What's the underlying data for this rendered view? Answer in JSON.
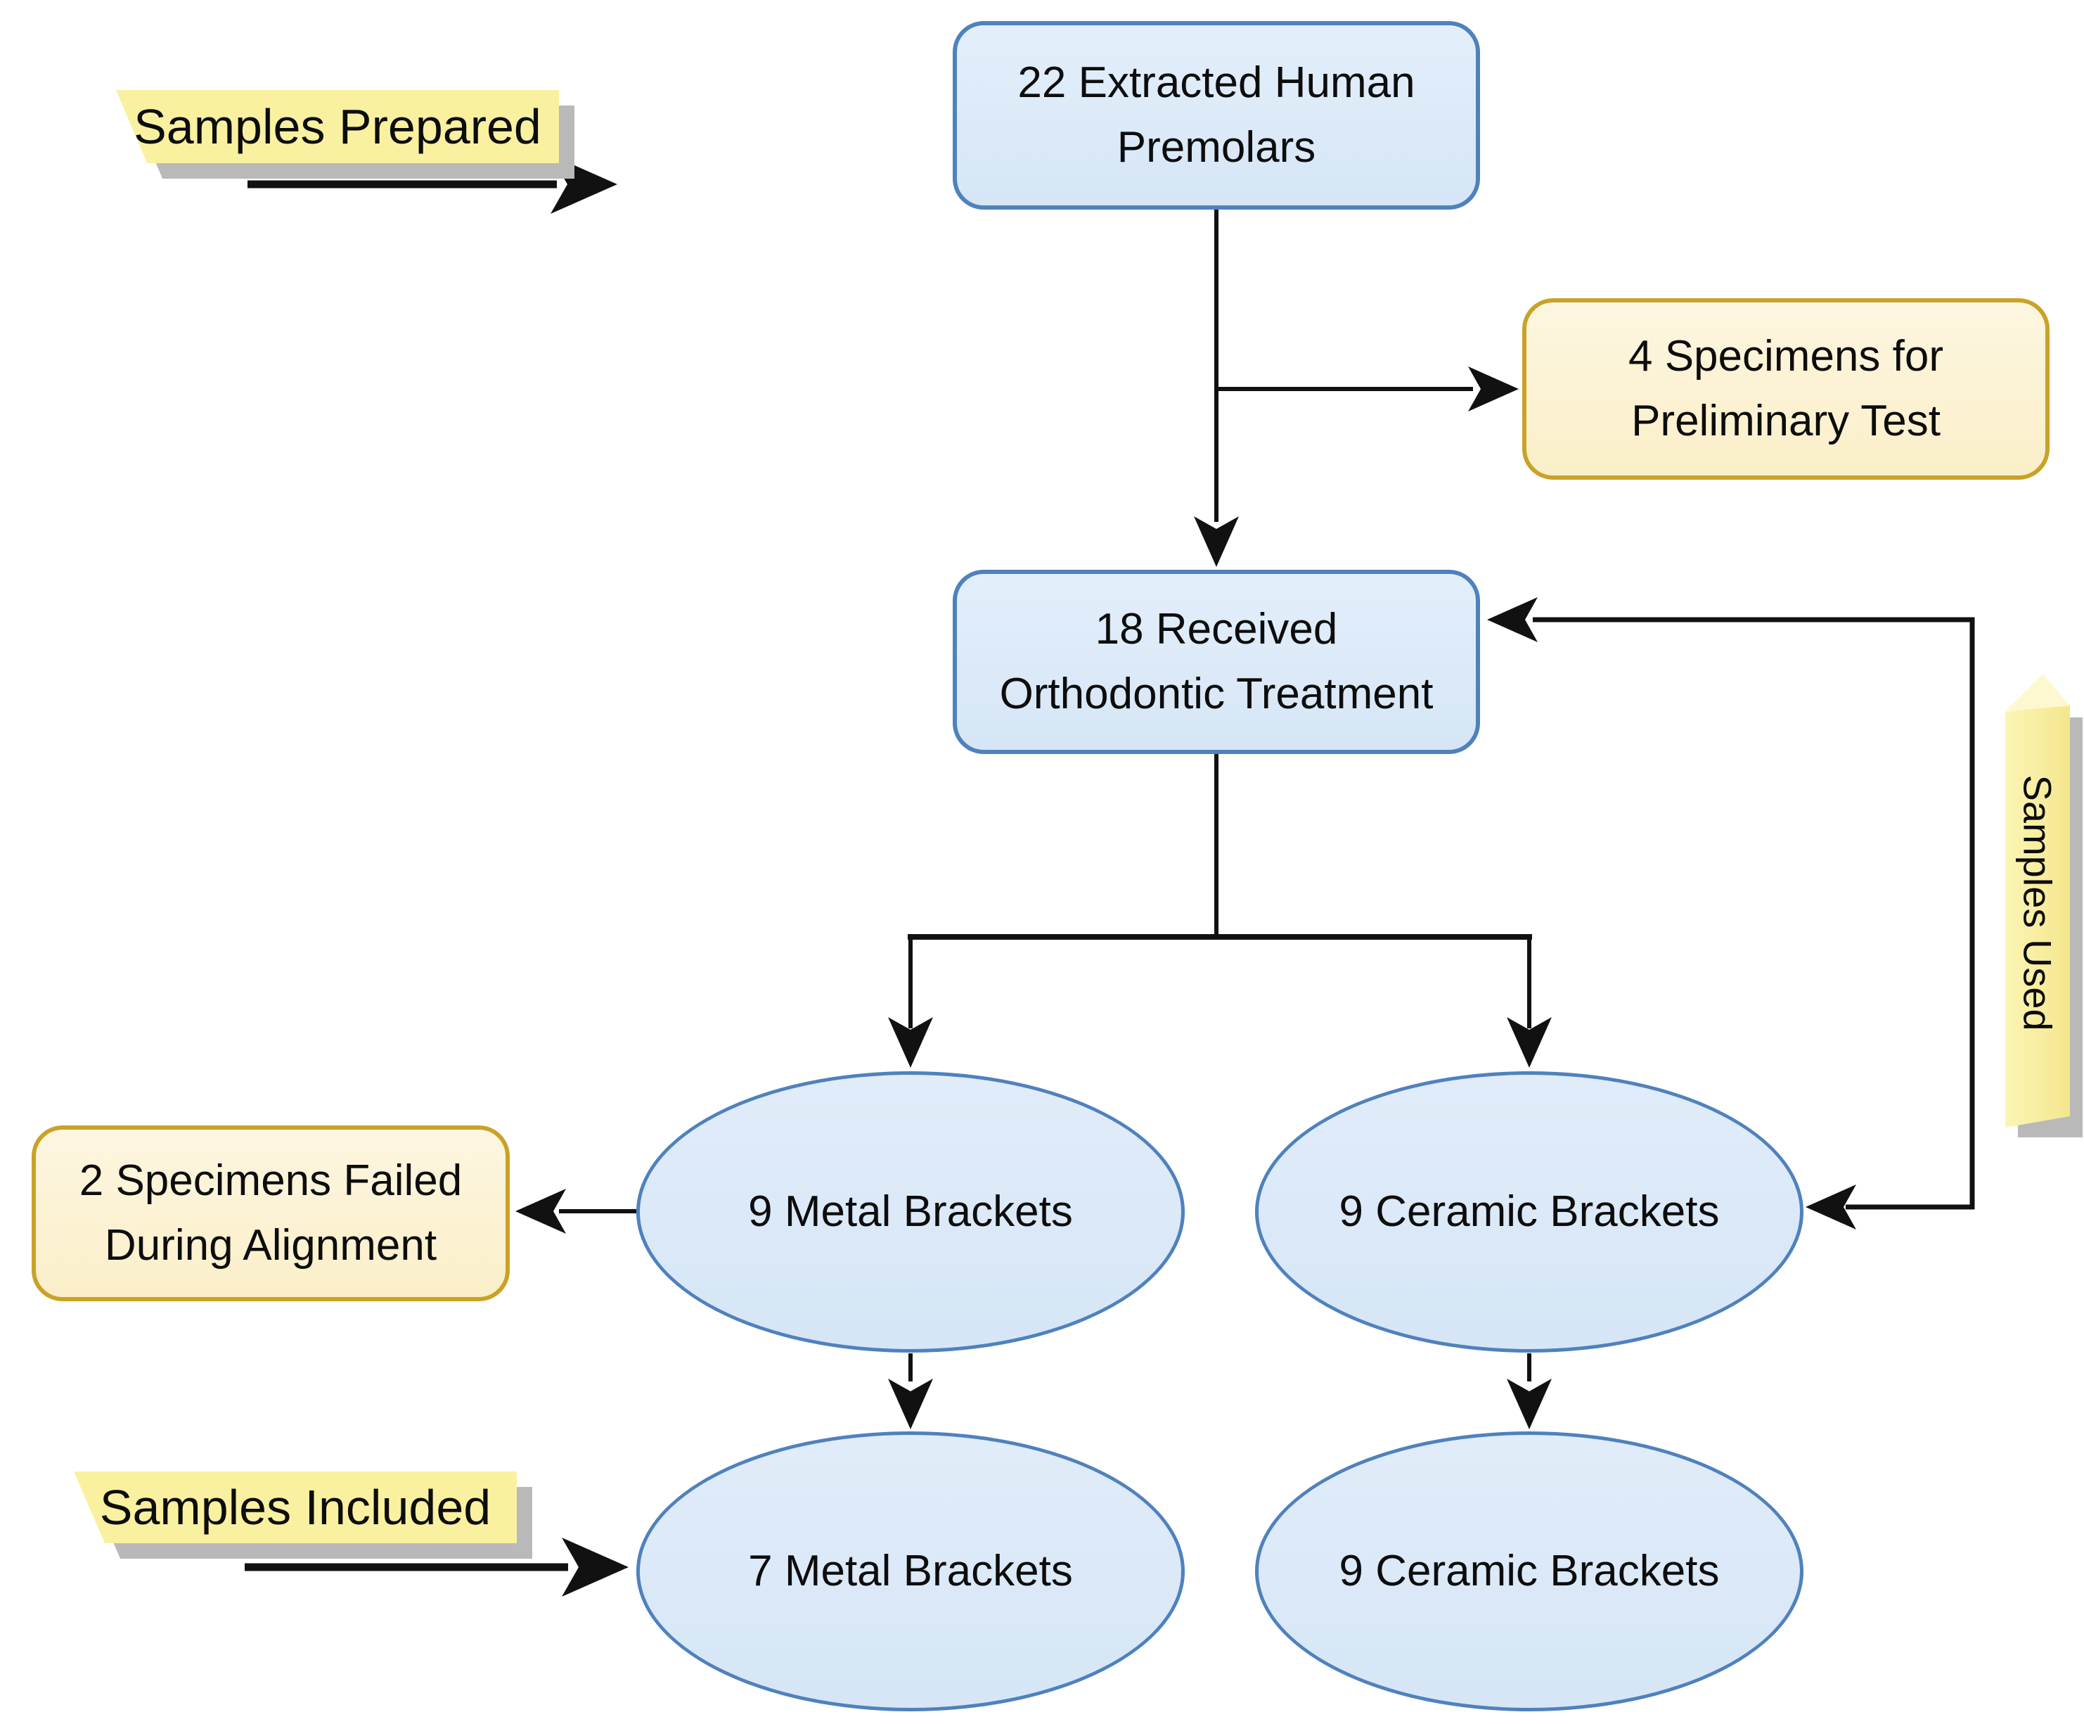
{
  "figure": {
    "nodes": {
      "premolars": {
        "label": "22 Extracted Human Premolars",
        "shape": "rounded-rect",
        "color": "blue"
      },
      "preliminary": {
        "label": "4 Specimens for Preliminary Test",
        "shape": "rounded-rect",
        "color": "gold"
      },
      "treatment": {
        "label": "18 Received Orthodontic Treatment",
        "shape": "rounded-rect",
        "color": "blue"
      },
      "metal9": {
        "label": "9 Metal Brackets",
        "shape": "ellipse",
        "color": "blue"
      },
      "ceramic9": {
        "label": "9 Ceramic Brackets",
        "shape": "ellipse",
        "color": "blue"
      },
      "failed": {
        "label": "2 Specimens Failed During Alignment",
        "shape": "rounded-rect",
        "color": "gold"
      },
      "metal7": {
        "label": "7 Metal Brackets",
        "shape": "ellipse",
        "color": "blue"
      },
      "ceramic9Final": {
        "label": "9 Ceramic Brackets",
        "shape": "ellipse",
        "color": "blue"
      }
    },
    "stage_labels": {
      "prepared": "Samples Prepared",
      "used": "Samples Used",
      "included": "Samples Included"
    },
    "edges": [
      {
        "from": "premolars",
        "to": "preliminary"
      },
      {
        "from": "premolars",
        "to": "treatment"
      },
      {
        "from": "treatment",
        "to": "metal9"
      },
      {
        "from": "treatment",
        "to": "ceramic9"
      },
      {
        "from": "metal9",
        "to": "failed"
      },
      {
        "from": "metal9",
        "to": "metal7"
      },
      {
        "from": "ceramic9",
        "to": "ceramic9Final"
      },
      {
        "from": "samples-used-path",
        "to": "treatment"
      },
      {
        "from": "samples-used-path",
        "to": "ceramic9"
      }
    ],
    "colors": {
      "blue_fill": "#d6e6f6",
      "blue_border": "#4f81bd",
      "gold_fill": "#fbefc9",
      "gold_border": "#c9a227",
      "highlight_yellow": "#f9f1a0",
      "ribbon_fold_yellow": "#fdf8cf",
      "shadow_gray": "#b9b9b9",
      "line_black": "#111111"
    }
  }
}
